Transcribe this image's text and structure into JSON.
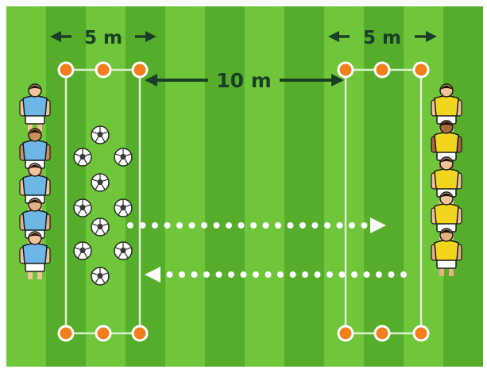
{
  "dimensions": {
    "left_zone_width": "5 m",
    "right_zone_width": "5 m",
    "gap_between_zones": "10 m"
  },
  "colors": {
    "pitch_stripe_light": "#6fc63b",
    "pitch_stripe_dark": "#55ad2b",
    "field_line": "#dcefd0",
    "cone_fill": "#f07f1c",
    "dimension_arrow": "#1b3f26",
    "team_left_shirt": "#6cb7e6",
    "team_right_shirt": "#f2d51f",
    "shorts": "#ffffff",
    "pass_arrow": "#ffffff"
  },
  "teams": [
    {
      "side": "left",
      "players": 5,
      "shirt": "light-blue",
      "facing": "right"
    },
    {
      "side": "right",
      "players": 5,
      "shirt": "yellow",
      "facing": "left"
    }
  ],
  "balls": 10,
  "cones_per_zone": 6,
  "pass_arrows": [
    "left-to-right",
    "right-to-left"
  ]
}
